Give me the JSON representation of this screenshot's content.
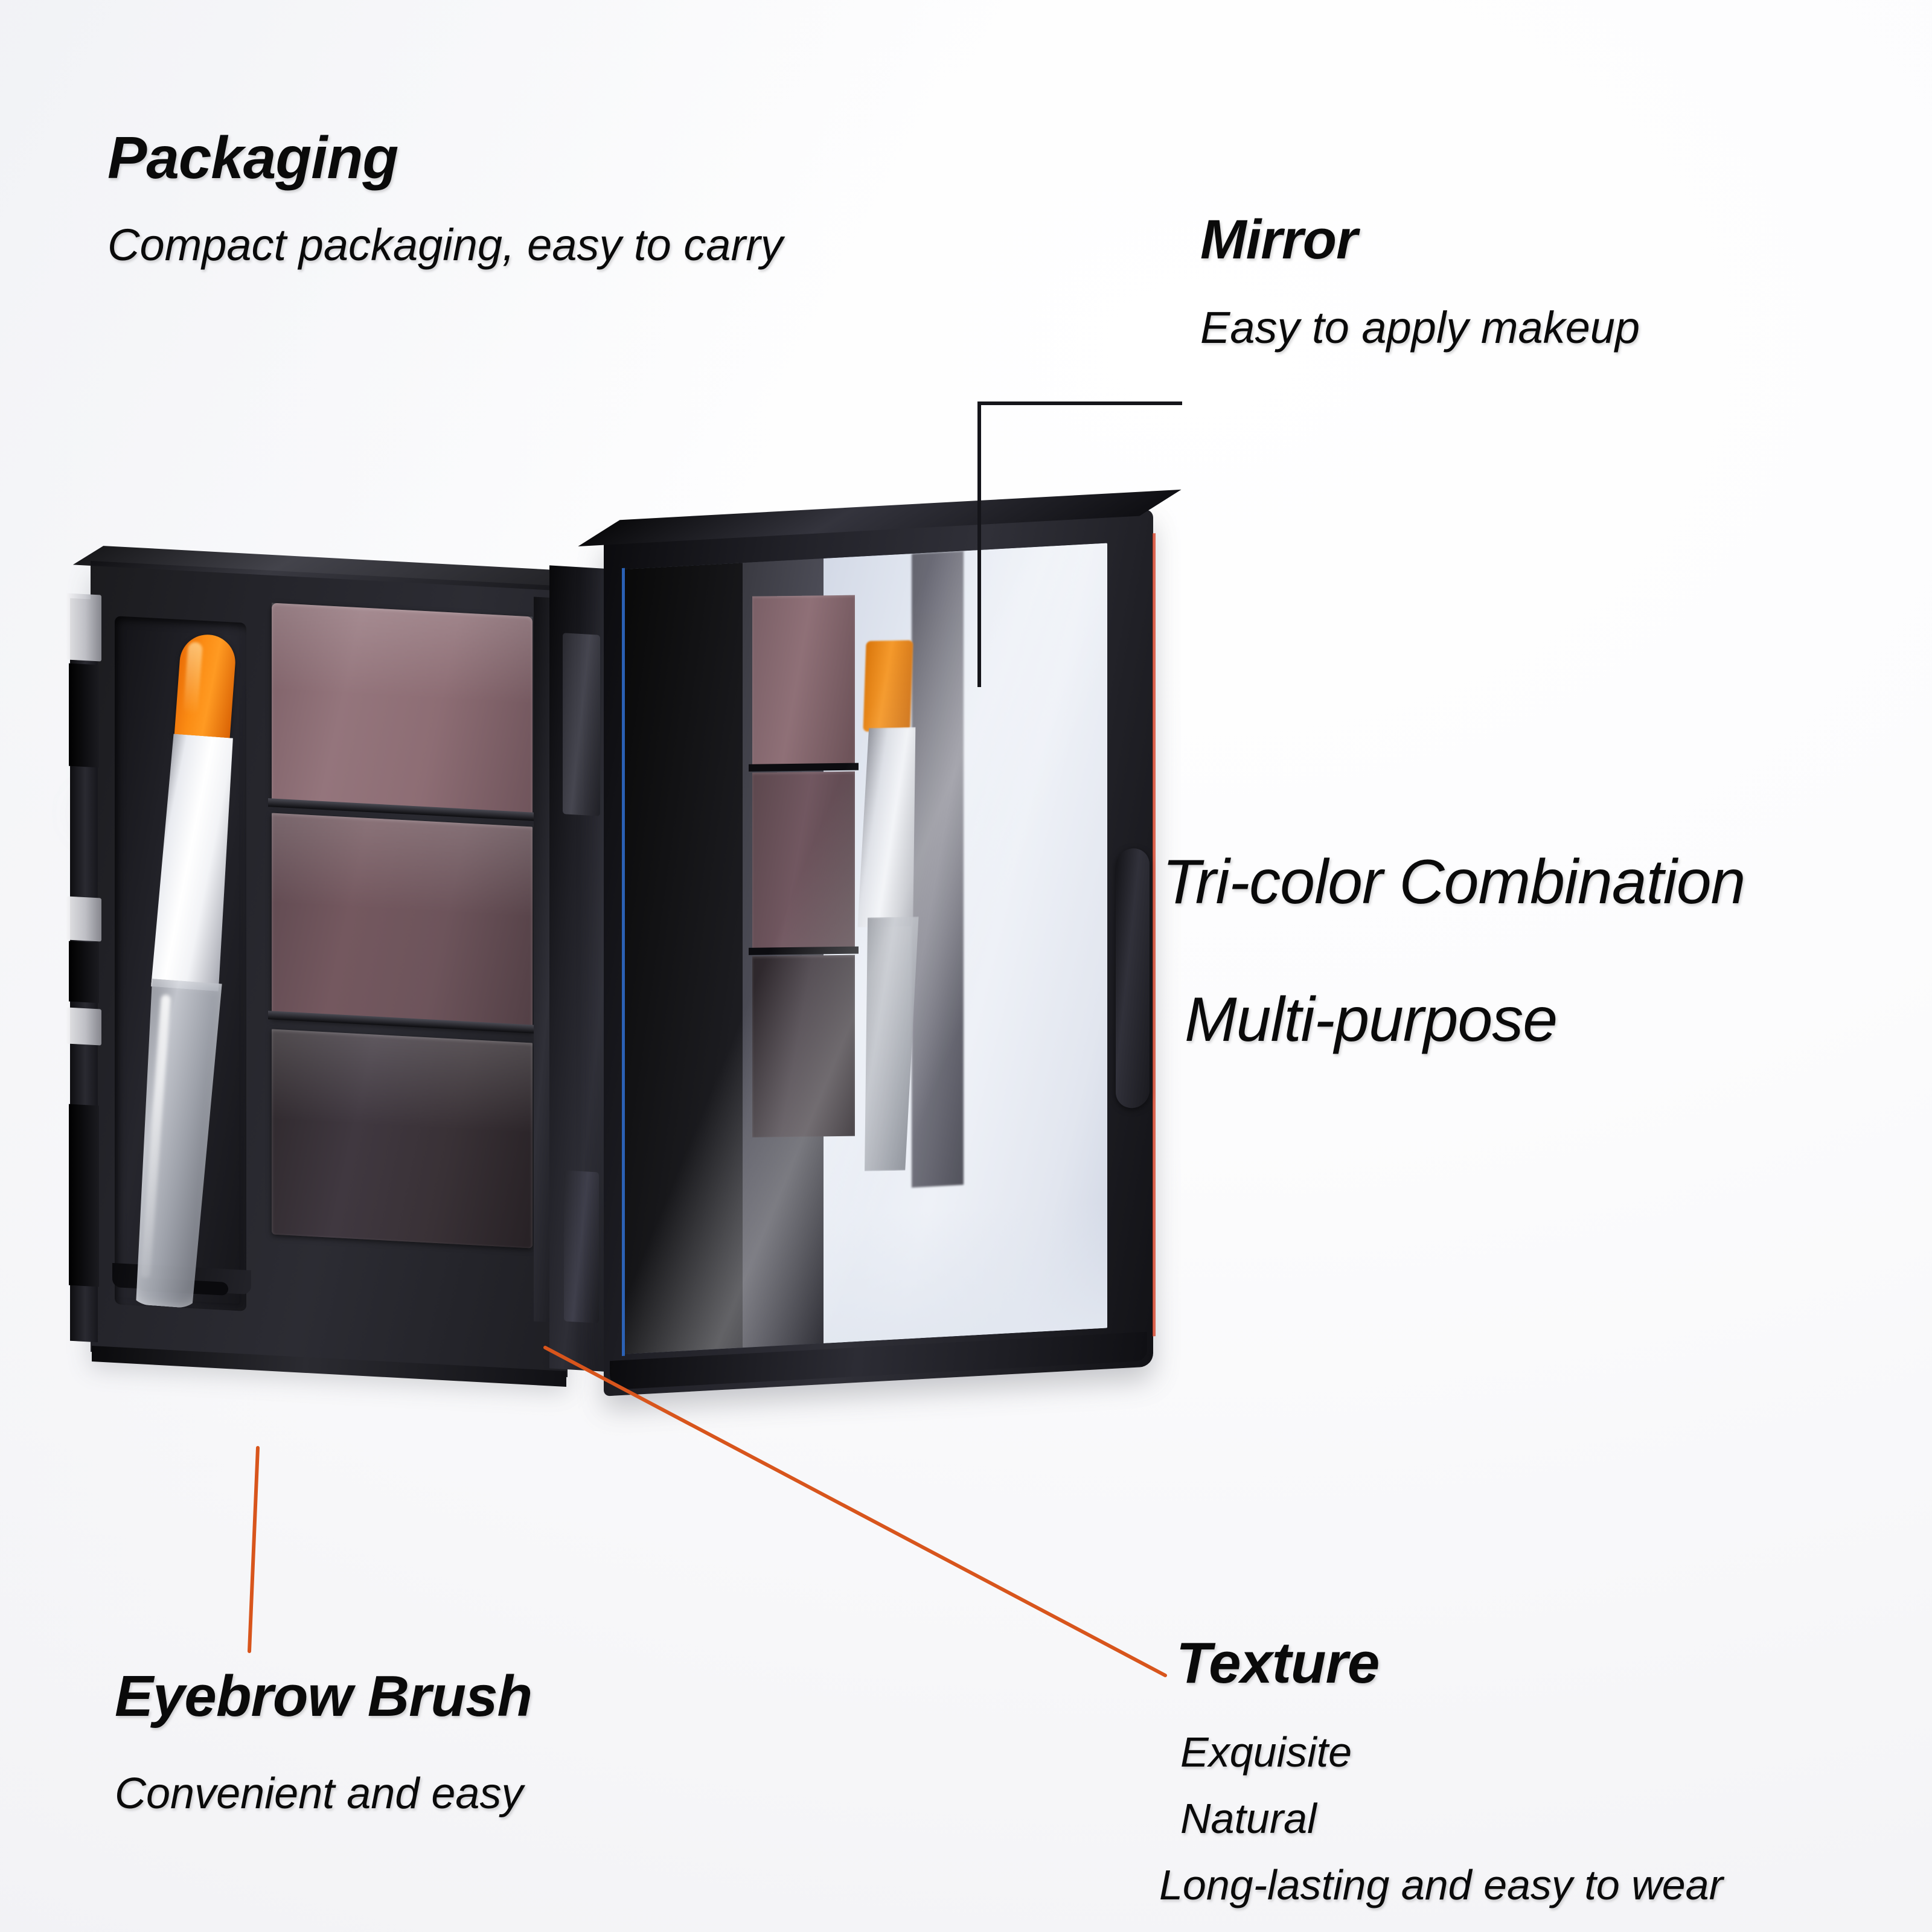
{
  "background_color": "#fdfdfd",
  "annotations": {
    "packaging": {
      "title": "Packaging",
      "subtitle": "Compact packaging, easy to carry"
    },
    "mirror": {
      "title": "Mirror",
      "subtitle": "Easy to apply makeup"
    },
    "tri_color": {
      "line1": "Tri-color Combination",
      "line2": "Multi-purpose"
    },
    "eyebrow_brush": {
      "title": "Eyebrow Brush",
      "subtitle": "Convenient and easy"
    },
    "texture": {
      "title": "Texture",
      "line1": "Exquisite",
      "line2": "Natural",
      "line3": "Long-lasting and easy to wear"
    }
  },
  "leader_lines": {
    "mirror_color": "#15151a",
    "brush_color": "#d8551c",
    "texture_color": "#d8551c"
  },
  "product": {
    "type": "tri-color eyebrow powder palette with mirror and brush",
    "case_color": "#22222a",
    "pans": [
      {
        "name": "light-mauve-taupe",
        "color": "#8a6b72"
      },
      {
        "name": "medium-brown-mauve",
        "color": "#6b5359"
      },
      {
        "name": "dark-charcoal",
        "color": "#3a3338"
      }
    ],
    "brush": {
      "bristle_color": "#f5870f",
      "ferrule_color": "#f4f5f8",
      "handle_color": "#b0b3bc"
    },
    "mirror_surface_color": "#e6eaf2"
  }
}
